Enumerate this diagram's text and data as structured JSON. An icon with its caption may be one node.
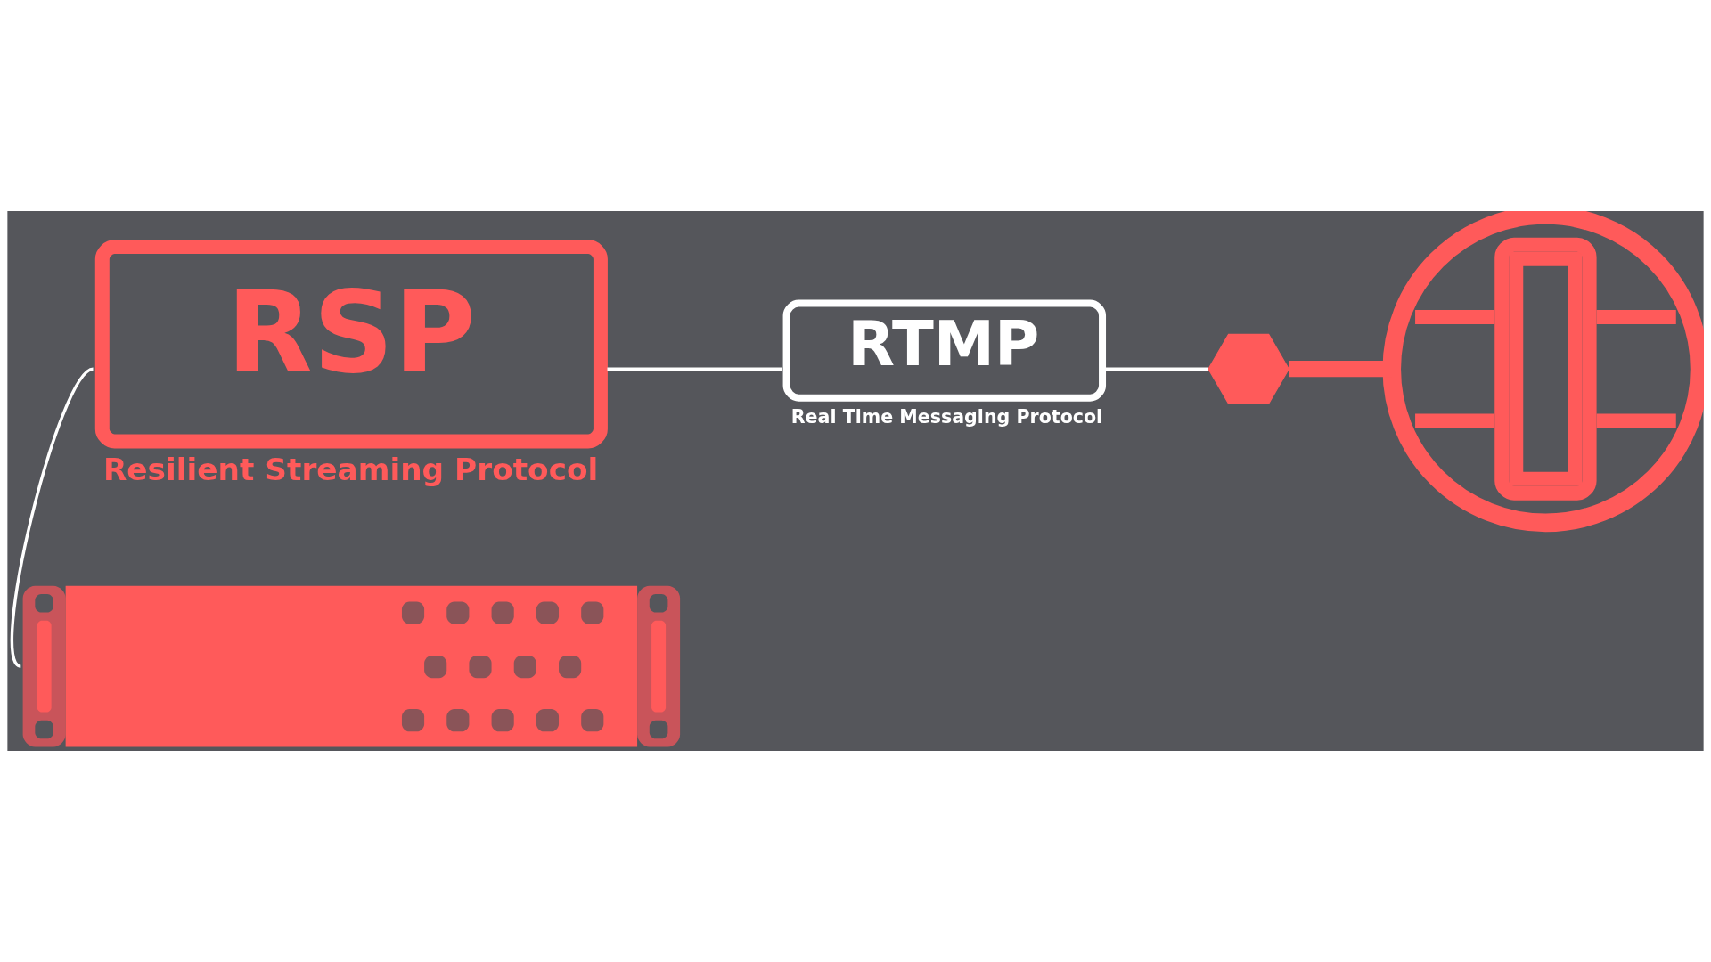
{
  "diagram": {
    "nodes": [
      {
        "text": [
          "RSP"
        ],
        "beside": [
          "Resilient Streaming Protocol"
        ]
      },
      {
        "text": [
          "RTMP"
        ],
        "beside": [
          "Real Time Messaging Protocol"
        ]
      },
      {
        "text": [],
        "shape": "hexagon"
      },
      {
        "text": [],
        "shape": "picture"
      },
      {
        "text": [],
        "shape": "picture"
      }
    ],
    "edges": [
      {
        "from": 4,
        "to": 0,
        "arrow": "none"
      },
      {
        "from": 0,
        "to": 1,
        "arrow": "none"
      },
      {
        "from": 1,
        "to": 2,
        "arrow": "none"
      },
      {
        "from": 2,
        "to": 3,
        "arrow": "none",
        "style": "thick",
        "color": "#ff5a5a"
      }
    ]
  }
}
